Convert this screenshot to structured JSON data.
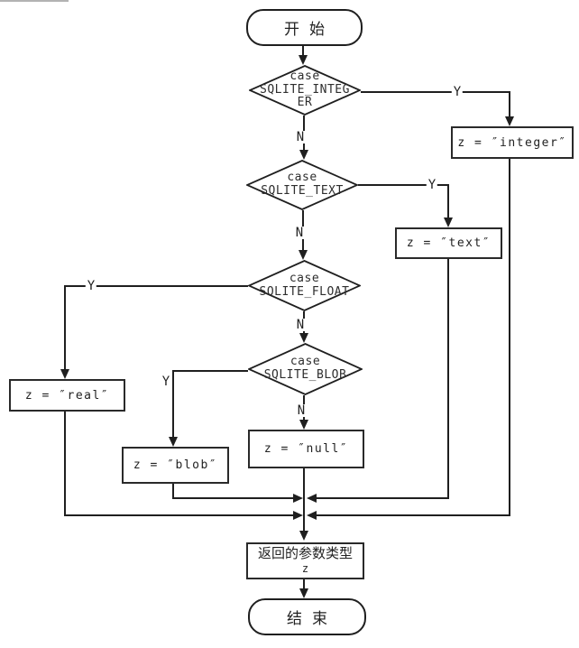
{
  "flowchart": {
    "start": {
      "label": "开始"
    },
    "end": {
      "label": "结束"
    },
    "decisions": [
      {
        "id": "case-sqlite-integer",
        "lines": [
          "case",
          "SQLITE_INTEG",
          "ER"
        ]
      },
      {
        "id": "case-sqlite-text",
        "lines": [
          "case",
          "SQLITE_TEXT"
        ]
      },
      {
        "id": "case-sqlite-float",
        "lines": [
          "case",
          "SQLITE_FLOAT"
        ]
      },
      {
        "id": "case-sqlite-blob",
        "lines": [
          "case",
          "SQLITE_BLOB"
        ]
      }
    ],
    "processes": {
      "integer": "z = ″integer″",
      "text": "z = ″text″",
      "real": "z = ″real″",
      "blob": "z = ″blob″",
      "null": "z = ″null″"
    },
    "result": {
      "lines": [
        "返回的参数类型",
        "z"
      ]
    },
    "branch": {
      "yes": "Y",
      "no": "N"
    },
    "colors": {
      "line": "#1f1f1f",
      "background": "#ffffff"
    }
  }
}
